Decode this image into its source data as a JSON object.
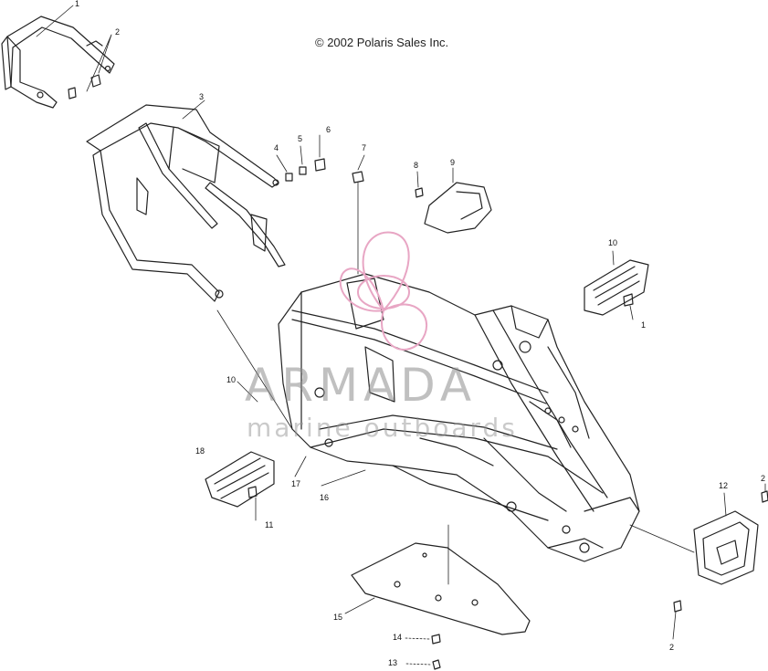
{
  "diagram": {
    "copyright": "© 2002 Polaris Sales Inc.",
    "watermark": {
      "title": "ARMADA",
      "subtitle": "marine outboards",
      "logo": "pink-swirl-logo",
      "colors": {
        "logo": "#e8a6c4",
        "text": "#8c8c8c"
      }
    },
    "callouts": [
      "1",
      "2",
      "3",
      "4",
      "5",
      "6",
      "7",
      "8",
      "9",
      "10",
      "1",
      "10",
      "18",
      "17",
      "16",
      "11",
      "12",
      "2",
      "15",
      "14",
      "13",
      "2"
    ]
  }
}
